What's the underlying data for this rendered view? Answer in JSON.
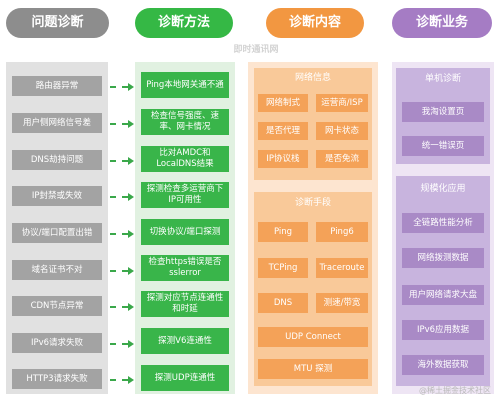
{
  "headers": {
    "problems": "问题诊断",
    "methods": "诊断方法",
    "content": "诊断内容",
    "business": "诊断业务"
  },
  "problems": [
    "路由器异常",
    "用户侧网络信号差",
    "DNS劫持问题",
    "IP封禁或失效",
    "协议/端口配置出错",
    "域名证书不对",
    "CDN节点异常",
    "IPv6请求失败",
    "HTTP3请求失败"
  ],
  "methods": [
    "Ping本地网关通不通",
    "检查信号强度、速率、网卡情况",
    "比对AMDC和LocalDNS结果",
    "探测检查多运营商下IP可用性",
    "切换协议/端口探测",
    "检查https错误是否sslerror",
    "探测对应节点连通性和时延",
    "探测V6连通性",
    "探测UDP连通性"
  ],
  "content": {
    "network_info": {
      "title": "网络信息",
      "items": [
        "网络制式",
        "运营商/ISP",
        "是否代理",
        "网卡状态",
        "IP协议栈",
        "是否免流"
      ]
    },
    "diag_means": {
      "title": "诊断手段",
      "items": [
        "Ping",
        "Ping6",
        "TCPing",
        "Traceroute",
        "DNS",
        "测速/带宽",
        "UDP Connect",
        "MTU 探测"
      ]
    }
  },
  "business": {
    "single": {
      "title": "单机诊断",
      "items": [
        "我淘设置页",
        "统一错误页"
      ]
    },
    "scale": {
      "title": "规模化应用",
      "items": [
        "全链路性能分析",
        "网络拨测数据",
        "用户网络请求大盘",
        "IPv6应用数据",
        "海外数据获取"
      ]
    }
  },
  "watermarks": {
    "logo": "即时通讯网",
    "footer": "@稀土掘金技术社区"
  }
}
